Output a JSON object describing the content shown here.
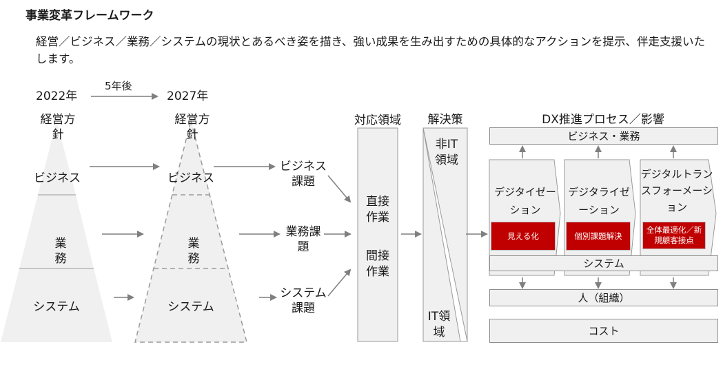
{
  "header": {
    "title": "事業変革フレームワーク",
    "description": "経営／ビジネス／業務／システムの現状とあるべき姿を描き、強い成果を生み出すための具体的なアクションを提示、伴走支援いたします。"
  },
  "timeline": {
    "year_from": "2022年",
    "year_to": "2027年",
    "gap_label": "5年後"
  },
  "pyramid_current": {
    "top": "経営方針",
    "business": "ビジネス",
    "operations": "業務",
    "system": "システム"
  },
  "pyramid_future": {
    "top": "経営方針",
    "business": "ビジネス",
    "operations": "業務",
    "system": "システム"
  },
  "issues": {
    "business": "ビジネス課題",
    "operations": "業務課題",
    "system": "システム課題"
  },
  "response_area": {
    "header": "対応領域",
    "direct": "直接作業",
    "indirect": "間接作業"
  },
  "solution": {
    "header": "解決策",
    "non_it": "非IT領域",
    "it": "IT領域"
  },
  "dx": {
    "header": "DX推進プロセス／影響",
    "business_ops": "ビジネス・業務",
    "stages": [
      {
        "label": "デジタイゼーション",
        "tag": "見える化"
      },
      {
        "label": "デジタライゼーション",
        "tag": "個別課題解決"
      },
      {
        "label": "デジタルトランスフォーメーション",
        "tag": "全体最適化／新規顧客接点"
      }
    ],
    "system": "システム",
    "people": "人（組織）",
    "cost": "コスト"
  },
  "colors": {
    "fill": "#f0f0f0",
    "stroke": "#8c8c8c",
    "arrow": "#7f7f7f",
    "accent": "#c00000"
  }
}
